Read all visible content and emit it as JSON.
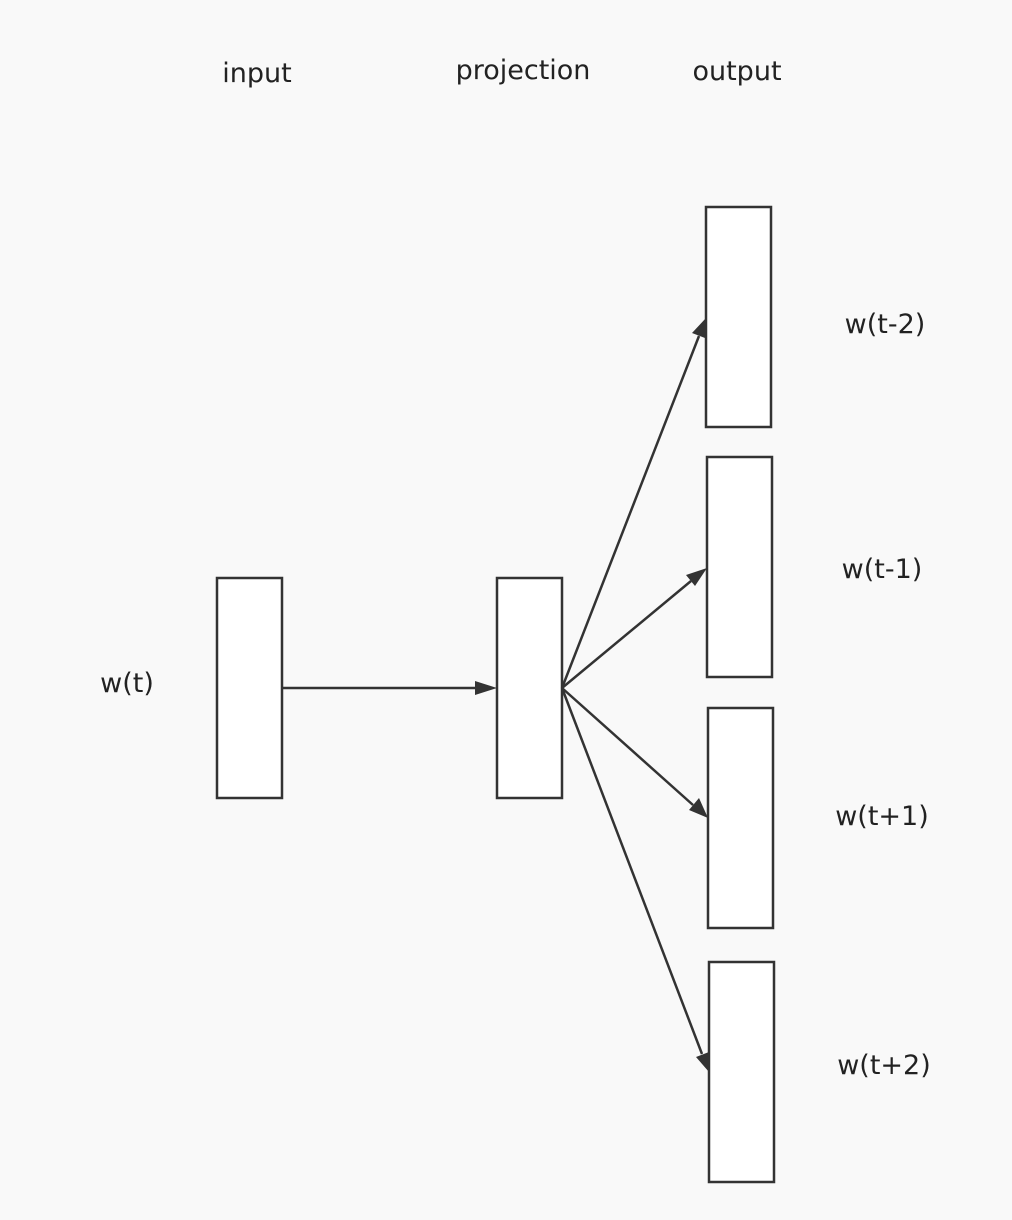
{
  "headers": {
    "input": "input",
    "projection": "projection",
    "output": "output"
  },
  "labels": {
    "input_word": "w(t)",
    "out_1": "w(t-2)",
    "out_2": "w(t-1)",
    "out_3": "w(t+1)",
    "out_4": "w(t+2)"
  },
  "colors": {
    "background": "#f9f9f9",
    "stroke": "#333333",
    "box_fill": "#ffffff"
  }
}
